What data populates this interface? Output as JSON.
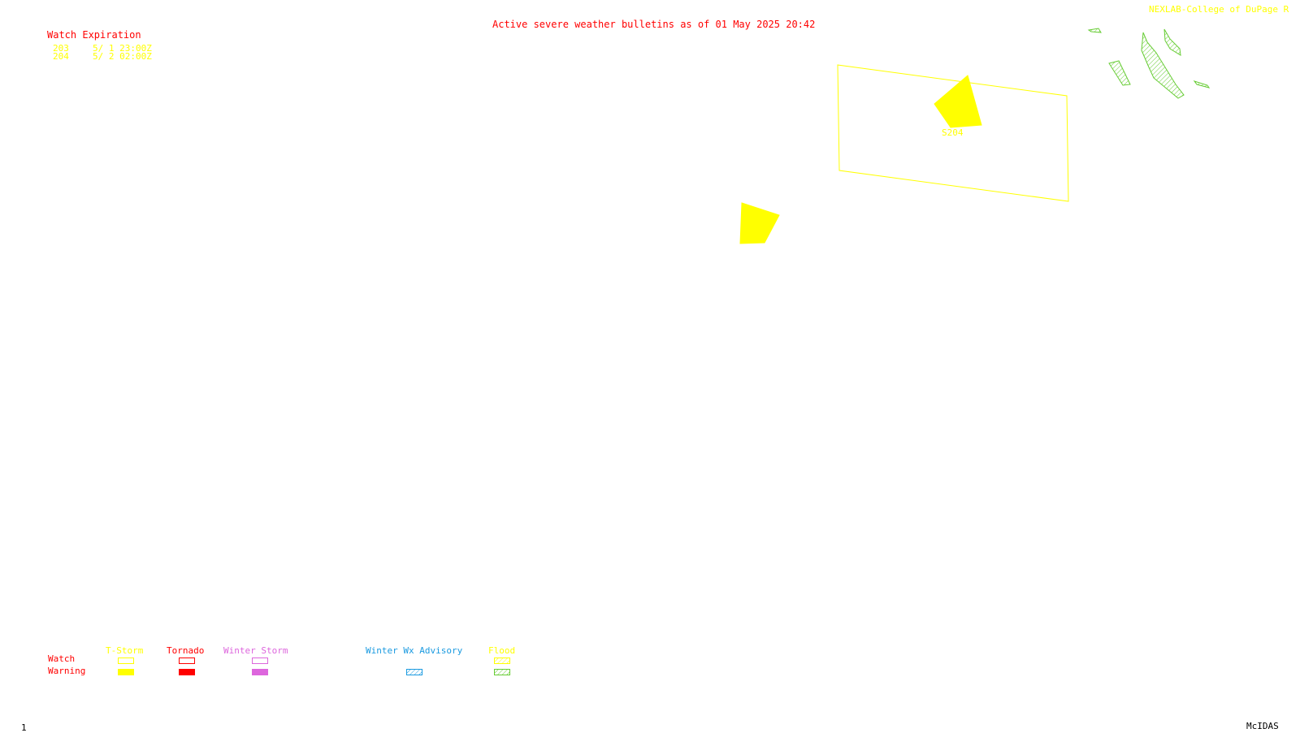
{
  "header": {
    "title": "Active severe weather bulletins as of 01 May 2025 20:42",
    "credit": "NEXLAB-College of DuPage R"
  },
  "watch_expiration": {
    "heading": "Watch Expiration",
    "rows": [
      {
        "number": "203",
        "time": "5/ 1 23:00Z"
      },
      {
        "number": "204",
        "time": "5/ 2 02:00Z"
      }
    ]
  },
  "map": {
    "watch_box_label": "S204",
    "colors": {
      "tstorm": "#ffff00",
      "tornado": "#ff0000",
      "winter_storm": "#dd66dd",
      "winter_advisory": "#1a9ae0",
      "flood": "#66cc33"
    }
  },
  "legend": {
    "columns": [
      "T-Storm",
      "Tornado",
      "Winter Storm",
      "Winter Wx Advisory",
      "Flood"
    ],
    "rows": [
      "Watch",
      "Warning"
    ]
  },
  "footer": {
    "frame": "1",
    "system": "McIDAS"
  }
}
